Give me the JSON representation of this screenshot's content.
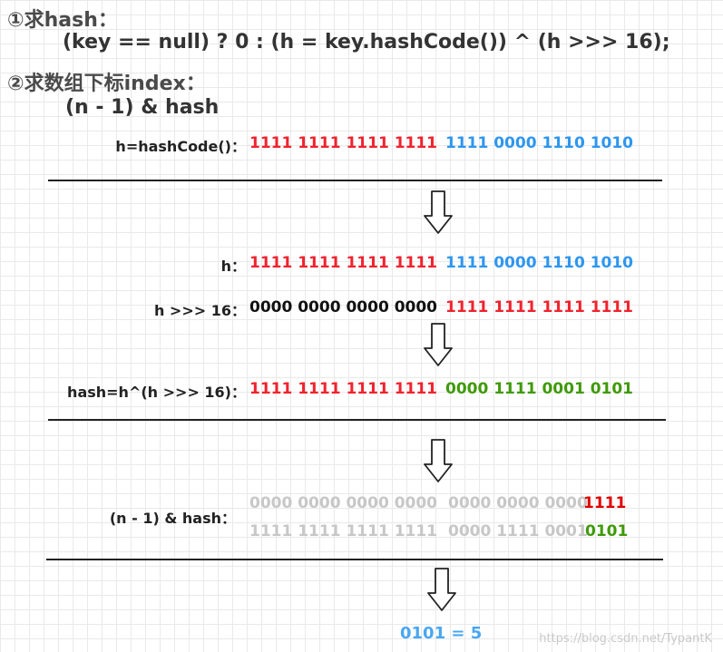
{
  "step1": {
    "title": "①求hash：",
    "formula": "(key == null) ? 0 : (h = key.hashCode()) ^ (h >>> 16);"
  },
  "step2": {
    "title": "②求数组下标index：",
    "formula": "(n - 1) & hash"
  },
  "rows": {
    "hashcode": {
      "label": "h=hashCode()：",
      "high": "1111 1111 1111 1111",
      "low": "1111 0000 1110 1010"
    },
    "h": {
      "label": "h：",
      "high": "1111 1111 1111 1111",
      "low": "1111 0000 1110 1010"
    },
    "shift": {
      "label": "h >>> 16：",
      "high": "0000 0000 0000 0000",
      "low": "1111 1111 1111 1111"
    },
    "hash": {
      "label": "hash=h^(h >>> 16)：",
      "high": "1111 1111 1111 1111",
      "low": "0000 1111 0001 0101"
    },
    "andop": {
      "label": "(n - 1) & hash：",
      "line1_high": "0000 0000 0000 0000",
      "line1_low": "0000 0000 0000",
      "line1_tail": "1111",
      "line2_high": "1111 1111 1111 1111",
      "line2_low": "0000 1111 0001",
      "line2_tail": "0101"
    }
  },
  "result": "0101 = 5",
  "watermark": "https://blog.csdn.net/TypantK",
  "colors": {
    "red": "#f0232e",
    "blue": "#2e96f0",
    "green": "#3f9a09",
    "grey": "#c7c7c7",
    "result": "#49a6f2"
  },
  "icons": [
    "down-arrow-icon"
  ]
}
